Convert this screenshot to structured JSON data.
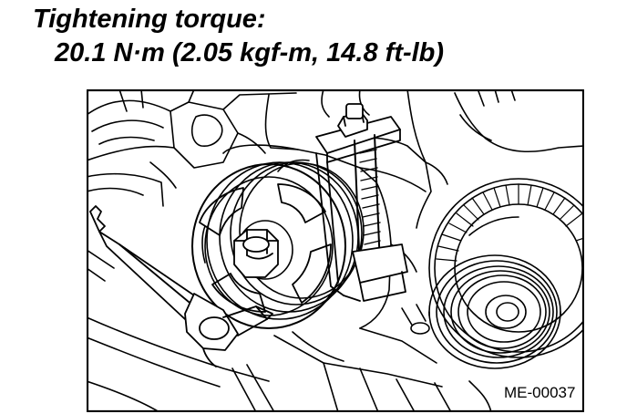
{
  "spec": {
    "heading": "Tightening torque:",
    "value": "20.1 N·m (2.05 kgf-m, 14.8 ft-lb)"
  },
  "figure": {
    "code": "ME-00037",
    "line_color": "#000000",
    "background_color": "#ffffff"
  }
}
